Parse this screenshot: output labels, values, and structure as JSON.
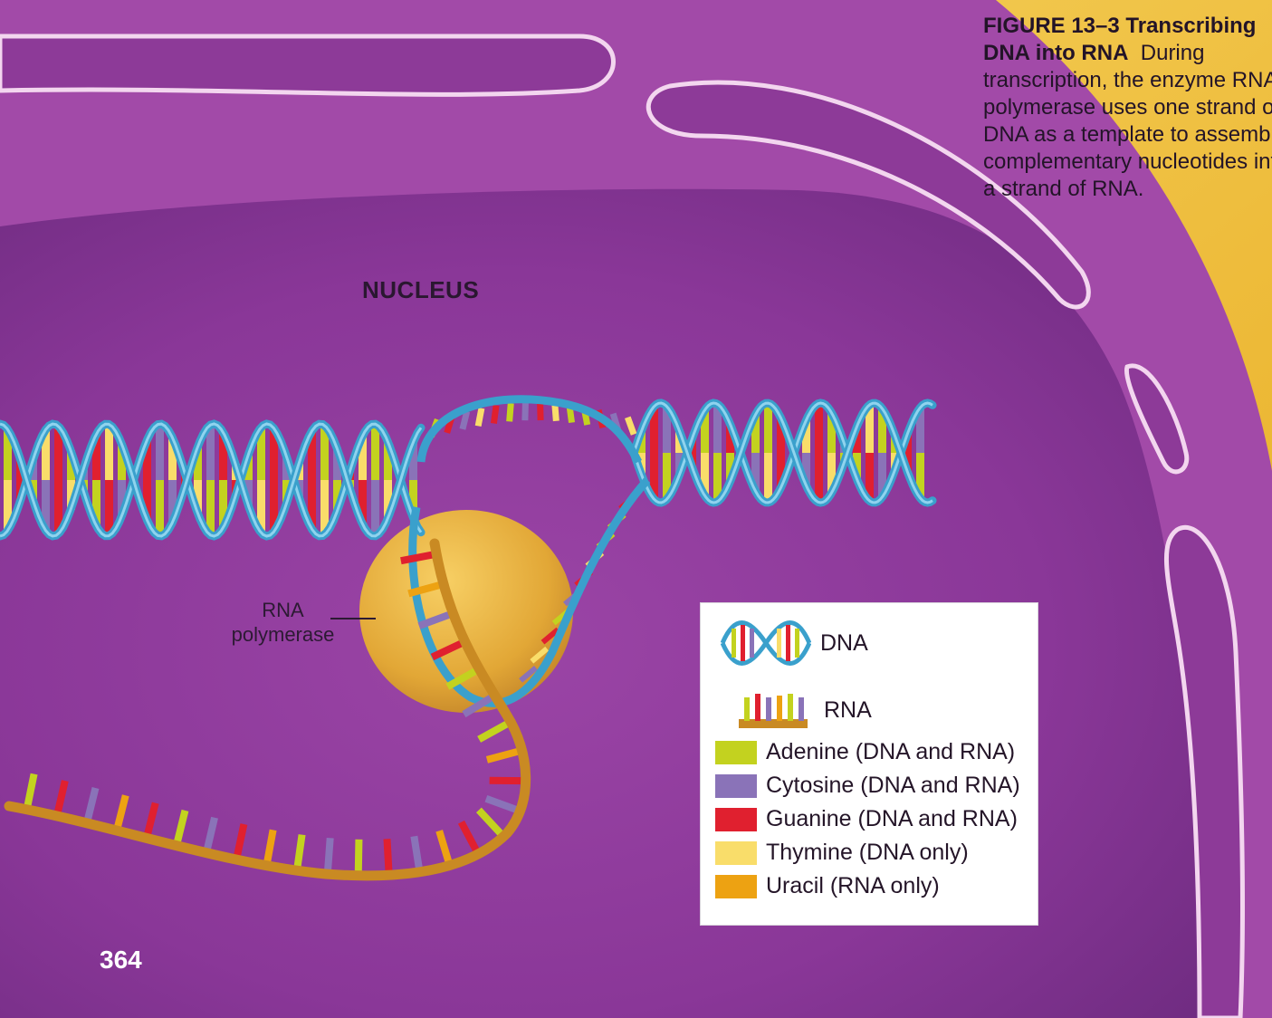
{
  "caption": {
    "figure_label": "FIGURE 13–3 Transcribing DNA into RNA",
    "body": "During transcription, the enzyme RNA polymerase uses one strand of DNA as a template to assemble complementary nucleotides into a strand of RNA."
  },
  "labels": {
    "nucleus": "NUCLEUS",
    "rna_polymerase": "RNA polymerase",
    "page_number": "364"
  },
  "legend": {
    "dna_label": "DNA",
    "rna_label": "RNA",
    "items": [
      {
        "label": "Adenine (DNA and RNA)",
        "color": "#c3d21f"
      },
      {
        "label": "Cytosine (DNA and RNA)",
        "color": "#8a73b8"
      },
      {
        "label": "Guanine (DNA and RNA)",
        "color": "#e0202f"
      },
      {
        "label": "Thymine (DNA only)",
        "color": "#f9dd6a"
      },
      {
        "label": "Uracil (RNA only)",
        "color": "#eda212"
      }
    ]
  },
  "colors": {
    "nucleoplasm": "#8e3a9a",
    "envelope": "#a24aa8",
    "envelope_edge": "#f3d6ef",
    "cytoplasm": "#f1c23a",
    "dna_backbone": "#3aa0cc",
    "rna_backbone": "#c98a23",
    "polymerase": "#e2a736"
  }
}
